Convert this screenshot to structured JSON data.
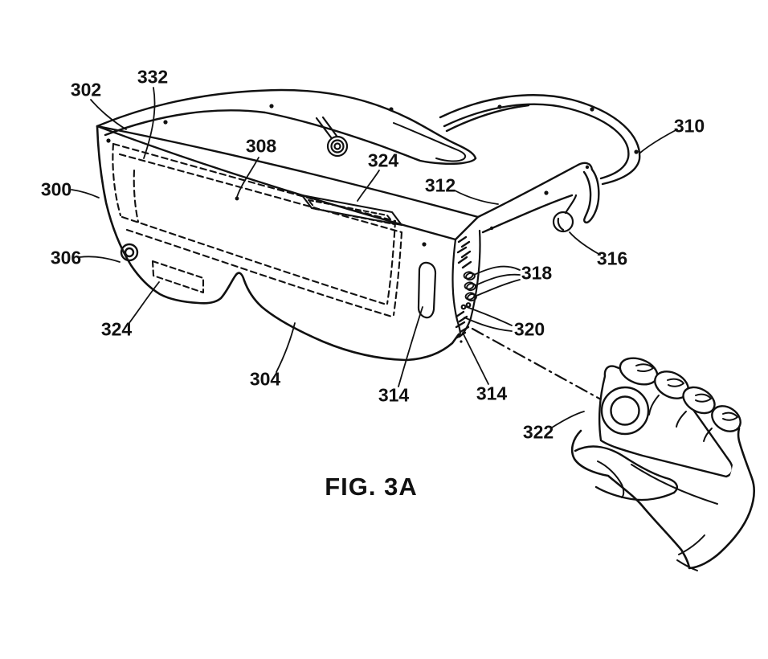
{
  "figure": {
    "caption": "FIG. 3A",
    "kind": "patent-line-drawing",
    "ink_color": "#111111",
    "background_color": "#ffffff"
  },
  "labels": {
    "l300": "300",
    "l302": "302",
    "l304": "304",
    "l306": "306",
    "l308": "308",
    "l310": "310",
    "l312": "312",
    "l314a": "314",
    "l314b": "314",
    "l316": "316",
    "l318": "318",
    "l320": "320",
    "l322": "322",
    "l324_top": "324",
    "l324_left": "324",
    "l332": "332"
  }
}
